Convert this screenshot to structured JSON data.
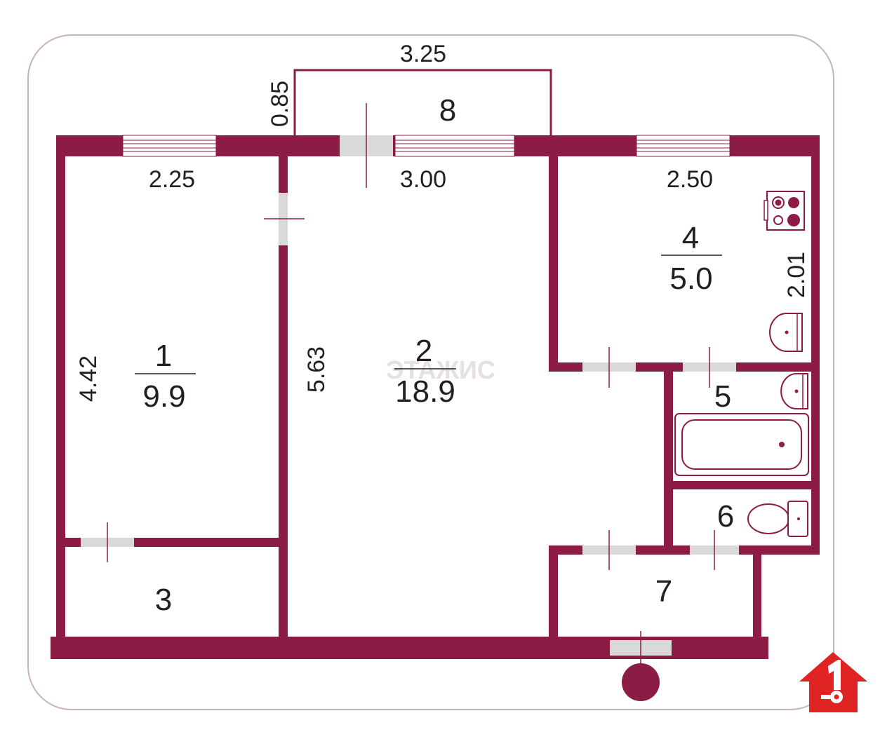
{
  "colors": {
    "wall": "#8c1c46",
    "frame": "#c9b3bb",
    "opening": "#d9d9d9",
    "text": "#231f20",
    "logo": "#e02424"
  },
  "rooms": {
    "r1": {
      "number": "1",
      "area": "9.9"
    },
    "r2": {
      "number": "2",
      "area": "18.9"
    },
    "r3": {
      "number": "3"
    },
    "r4": {
      "number": "4",
      "area": "5.0"
    },
    "r5": {
      "number": "5"
    },
    "r6": {
      "number": "6"
    },
    "r7": {
      "number": "7"
    },
    "r8": {
      "number": "8"
    }
  },
  "dimensions": {
    "balcony_width": "3.25",
    "balcony_depth": "0.85",
    "room1_width": "2.25",
    "room2_width": "3.00",
    "room4_width": "2.50",
    "room1_length": "4.42",
    "room2_length": "5.63",
    "room4_length": "2.01"
  },
  "watermark": "ЭТАЖИС",
  "icons": {
    "stove": "stove-icon",
    "sink": "sink-icon",
    "bathtub": "bathtub-icon",
    "toilet": "toilet-icon",
    "entrance": "entrance-marker-icon",
    "logo": "house-key-logo-icon"
  }
}
